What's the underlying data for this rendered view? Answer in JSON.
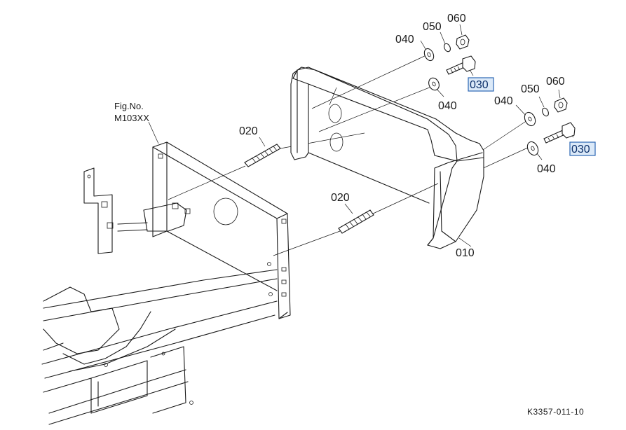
{
  "figure": {
    "fig_label": "Fig.No.",
    "fig_number": "M103XX",
    "ref_code": "K3357-011-10"
  },
  "callouts": {
    "c010": "010",
    "c020_left": "020",
    "c020_center": "020",
    "c030_upper": "030",
    "c030_lower": "030",
    "c040_top_left": "040",
    "c040_top_below": "040",
    "c040_right": "040",
    "c040_right_below": "040",
    "c050_top": "050",
    "c050_right": "050",
    "c060_top": "060",
    "c060_right": "060"
  },
  "highlight_color": "#2b66b3"
}
